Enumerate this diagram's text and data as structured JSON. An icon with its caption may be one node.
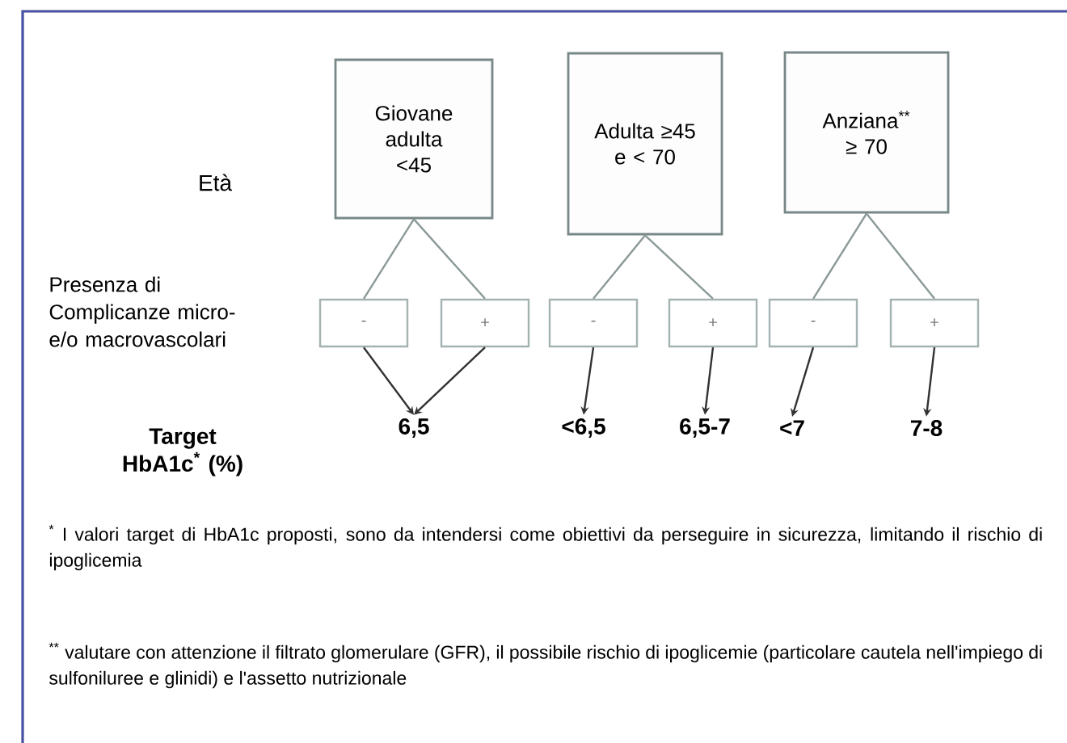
{
  "diagram": {
    "nodes": [
      {
        "text": [
          "Giovane adulta <45"
        ]
      },
      {
        "text": [
          "Adulta ≥45 e < 70"
        ]
      },
      {
        "text": [
          "Anziana$^{**}$ ≥ 70"
        ]
      },
      {
        "text": [
          "-"
        ]
      },
      {
        "text": [
          "+"
        ]
      },
      {
        "text": [
          "-"
        ]
      },
      {
        "text": [
          "+"
        ]
      },
      {
        "text": [
          "-"
        ]
      },
      {
        "text": [
          "+"
        ]
      },
      {
        "text": [
          "6,5"
        ]
      },
      {
        "text": [
          "<6,5"
        ]
      },
      {
        "text": [
          "6,5-7"
        ]
      },
      {
        "text": [
          "<7"
        ]
      },
      {
        "text": [
          "7-8"
        ]
      }
    ],
    "edges": [
      {
        "from": 0,
        "to": 3,
        "arrow": "none",
        "color": "#8c9999"
      },
      {
        "from": 0,
        "to": 4,
        "arrow": "none",
        "color": "#8c9999"
      },
      {
        "from": 1,
        "to": 5,
        "arrow": "none",
        "color": "#8c9999"
      },
      {
        "from": 1,
        "to": 6,
        "arrow": "none",
        "color": "#8c9999"
      },
      {
        "from": 2,
        "to": 7,
        "arrow": "none",
        "color": "#8c9999"
      },
      {
        "from": 2,
        "to": 8,
        "arrow": "none",
        "color": "#8c9999"
      },
      {
        "from": 3,
        "to": 9,
        "arrow": "to",
        "color": "#323232"
      },
      {
        "from": 4,
        "to": 9,
        "arrow": "to",
        "color": "#323232"
      },
      {
        "from": 5,
        "to": 10,
        "arrow": "to",
        "color": "#323232"
      },
      {
        "from": 6,
        "to": 11,
        "arrow": "to",
        "color": "#323232"
      },
      {
        "from": 7,
        "to": 12,
        "arrow": "to",
        "color": "#323232"
      },
      {
        "from": 8,
        "to": 13,
        "arrow": "to",
        "color": "#323232"
      }
    ],
    "labels": [
      "Età",
      "Presenza di Complicanze micro-e/o macrovascolari",
      "Target HbA1c$^{*}$ (%)",
      "$^{*}$ I valori target di HbA1c proposti, sono da intendersi come obiettivi da perseguire in sicurezza, limitando il rischio di ipoglicemia",
      "$^{**}$ valutare con attenzione il filtrato glomerulare (GFR), il possibile rischio di ipoglicemie (particolare cautela nell'impiego di sulfoniluree e glinidi) e l'assetto nutrizionale"
    ]
  }
}
